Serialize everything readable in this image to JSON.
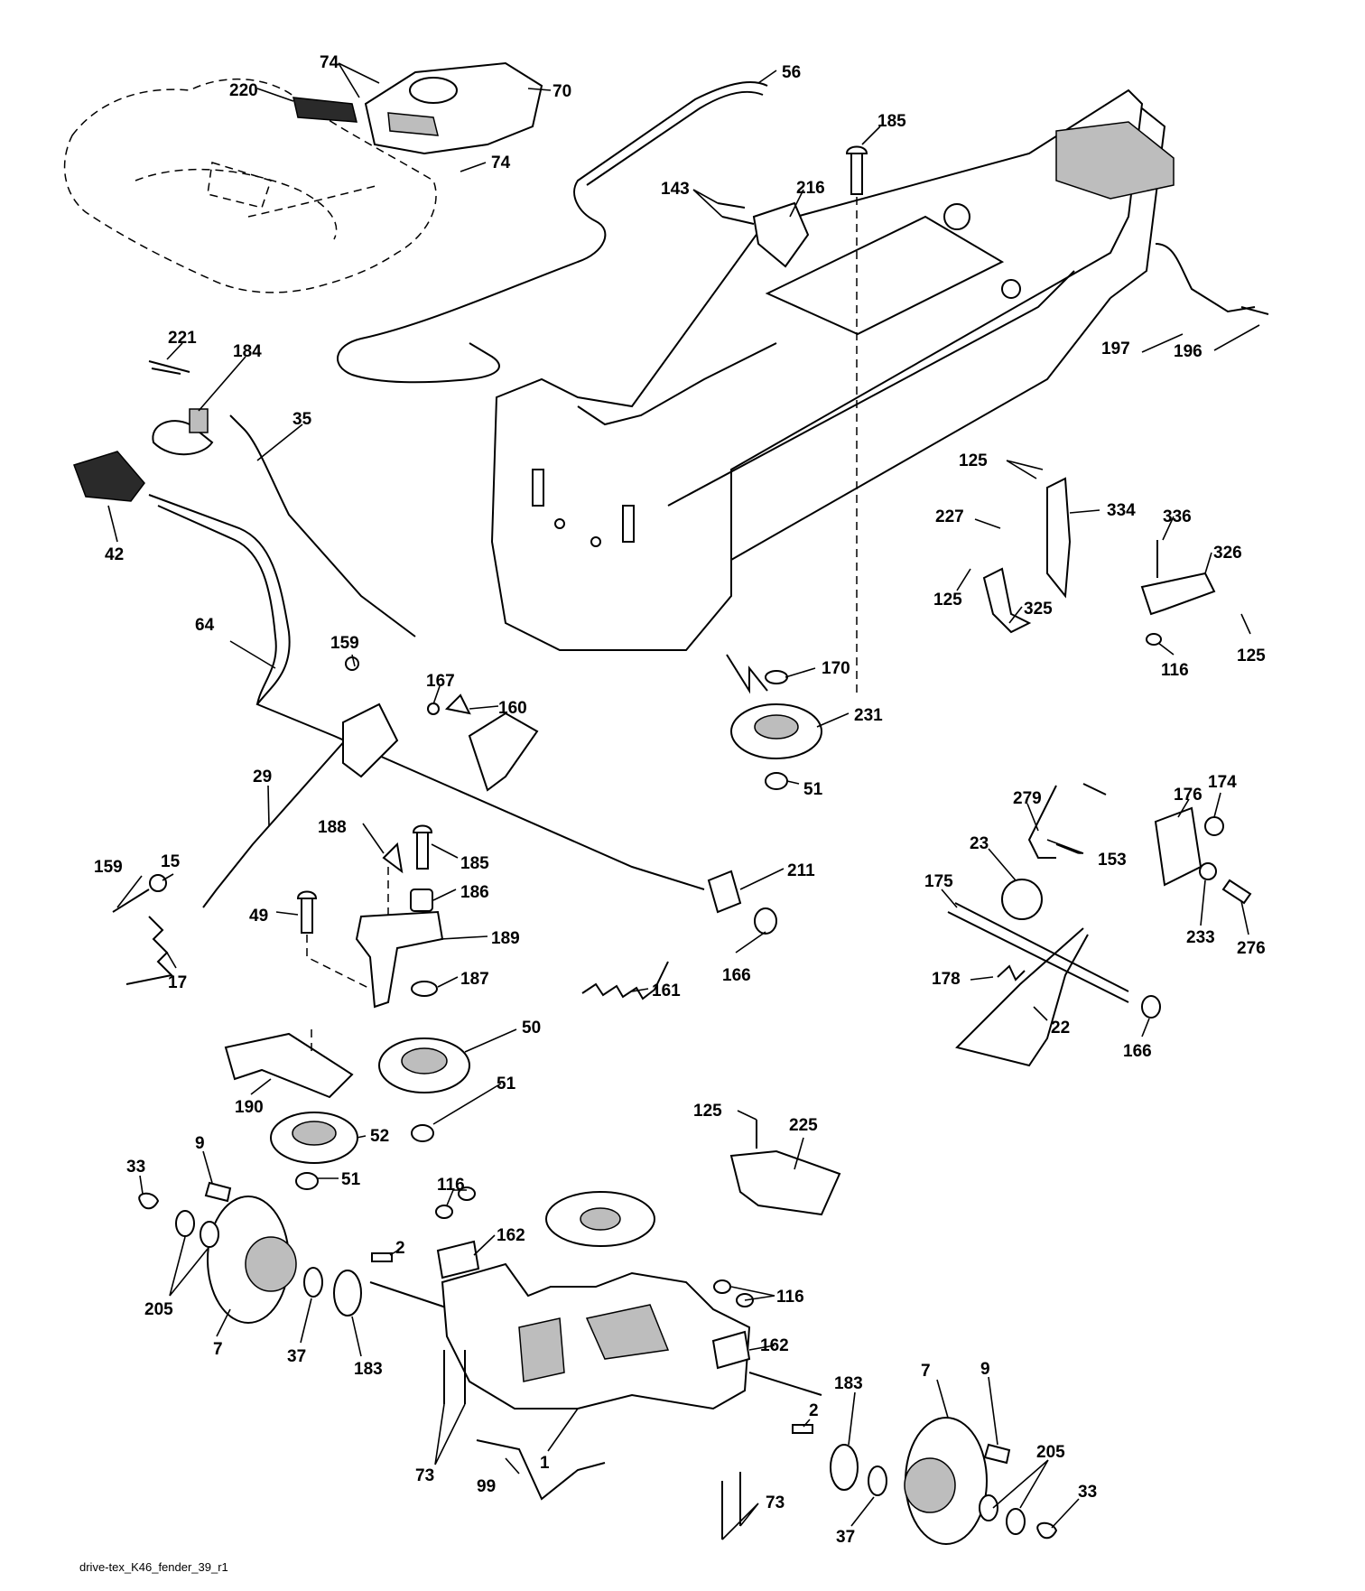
{
  "diagram": {
    "caption": "drive-tex_K46_fender_39_r1",
    "callouts": [
      {
        "label": "74"
      },
      {
        "label": "220"
      },
      {
        "label": "70"
      },
      {
        "label": "74"
      },
      {
        "label": "56"
      },
      {
        "label": "185"
      },
      {
        "label": "143"
      },
      {
        "label": "216"
      },
      {
        "label": "197"
      },
      {
        "label": "196"
      },
      {
        "label": "221"
      },
      {
        "label": "184"
      },
      {
        "label": "35"
      },
      {
        "label": "42"
      },
      {
        "label": "125"
      },
      {
        "label": "334"
      },
      {
        "label": "227"
      },
      {
        "label": "336"
      },
      {
        "label": "326"
      },
      {
        "label": "125"
      },
      {
        "label": "325"
      },
      {
        "label": "125"
      },
      {
        "label": "116"
      },
      {
        "label": "64"
      },
      {
        "label": "159"
      },
      {
        "label": "167"
      },
      {
        "label": "160"
      },
      {
        "label": "170"
      },
      {
        "label": "231"
      },
      {
        "label": "51"
      },
      {
        "label": "29"
      },
      {
        "label": "279"
      },
      {
        "label": "174"
      },
      {
        "label": "176"
      },
      {
        "label": "188"
      },
      {
        "label": "185"
      },
      {
        "label": "23"
      },
      {
        "label": "153"
      },
      {
        "label": "159"
      },
      {
        "label": "15"
      },
      {
        "label": "186"
      },
      {
        "label": "211"
      },
      {
        "label": "175"
      },
      {
        "label": "49"
      },
      {
        "label": "189"
      },
      {
        "label": "233"
      },
      {
        "label": "276"
      },
      {
        "label": "17"
      },
      {
        "label": "166"
      },
      {
        "label": "187"
      },
      {
        "label": "161"
      },
      {
        "label": "178"
      },
      {
        "label": "22"
      },
      {
        "label": "166"
      },
      {
        "label": "50"
      },
      {
        "label": "190"
      },
      {
        "label": "51"
      },
      {
        "label": "125"
      },
      {
        "label": "225"
      },
      {
        "label": "52"
      },
      {
        "label": "33"
      },
      {
        "label": "9"
      },
      {
        "label": "51"
      },
      {
        "label": "116"
      },
      {
        "label": "162"
      },
      {
        "label": "2"
      },
      {
        "label": "205"
      },
      {
        "label": "116"
      },
      {
        "label": "7"
      },
      {
        "label": "37"
      },
      {
        "label": "183"
      },
      {
        "label": "162"
      },
      {
        "label": "9"
      },
      {
        "label": "2"
      },
      {
        "label": "183"
      },
      {
        "label": "7"
      },
      {
        "label": "1"
      },
      {
        "label": "205"
      },
      {
        "label": "73"
      },
      {
        "label": "99"
      },
      {
        "label": "33"
      },
      {
        "label": "73"
      },
      {
        "label": "37"
      }
    ]
  }
}
